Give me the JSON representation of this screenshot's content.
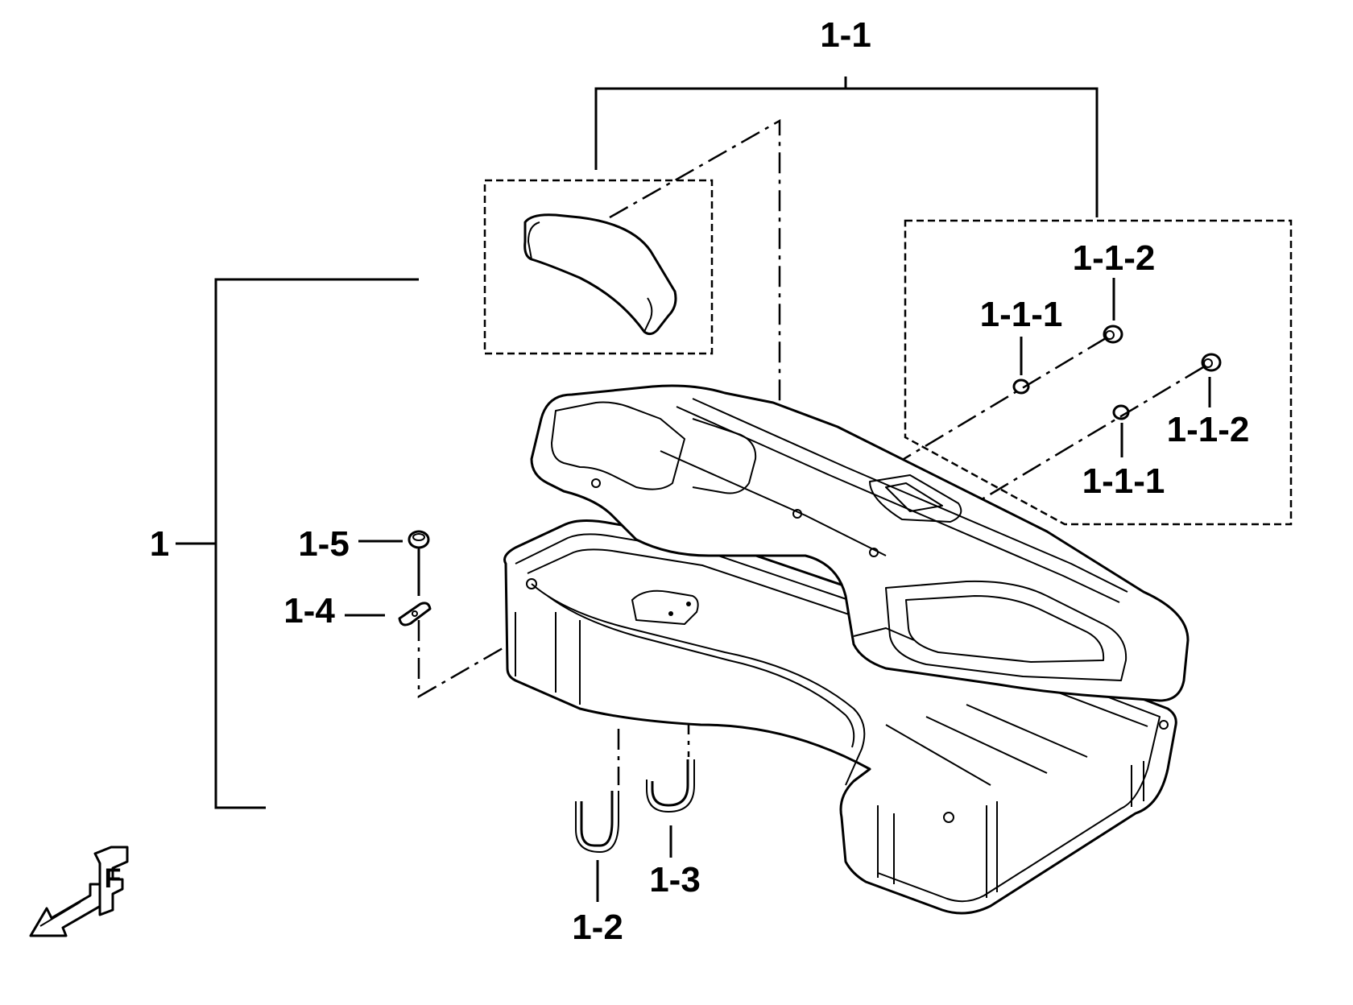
{
  "labels": {
    "assembly": "1",
    "subassembly": "1-1",
    "grommet_a_top": "1-1-2",
    "nut_a_top": "1-1-1",
    "grommet_b": "1-1-2",
    "nut_b": "1-1-1",
    "grommet": "1-5",
    "clip": "1-4",
    "hook_left": "1-2",
    "hook_right": "1-3"
  },
  "front_marker": "F"
}
